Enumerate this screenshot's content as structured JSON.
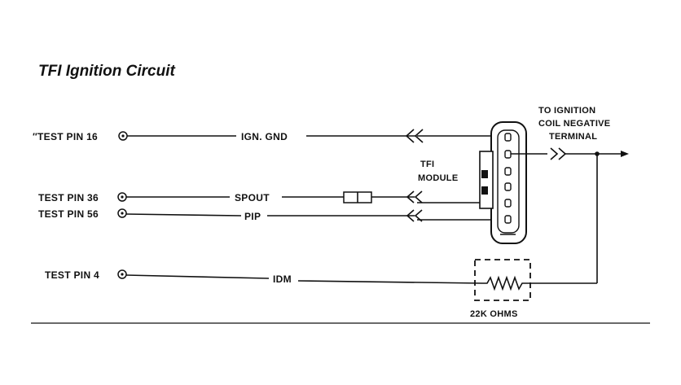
{
  "title": "TFI Ignition Circuit",
  "test_pins": [
    {
      "label": "″TEST PIN 16"
    },
    {
      "label": "TEST PIN 36"
    },
    {
      "label": "TEST PIN 56"
    },
    {
      "label": "TEST PIN 4"
    }
  ],
  "wires": {
    "ign_gnd": "IGN. GND",
    "spout": "SPOUT",
    "pip": "PIP",
    "idm": "IDM"
  },
  "module": {
    "line1": "TFI",
    "line2": "MODULE"
  },
  "coil": {
    "line1": "TO IGNITION",
    "line2": "COIL NEGATIVE",
    "line3": "TERMINAL"
  },
  "resistor": {
    "label": "22K OHMS"
  }
}
